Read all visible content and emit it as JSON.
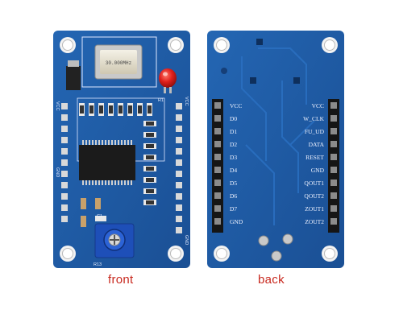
{
  "captions": {
    "front": "front",
    "back": "back"
  },
  "colors": {
    "pcb": "#1f5ba3",
    "pcb_dark": "#17467f",
    "caption": "#c8281e",
    "header": "#1a1a1a",
    "pad": "#d8d8d8",
    "led": "#e0201c",
    "pot": "#1e4fb8"
  },
  "front_board": {
    "crystal_text": "30.000MHz",
    "resistor_label": "R1",
    "pot_label": "R13",
    "cap_label": "C1",
    "left_edge_label": "VCC",
    "left_mid_label": "GND",
    "right_edge_label": "VCC",
    "bottom_right_label": "GND"
  },
  "back_board": {
    "left_pins": [
      "VCC",
      "D0",
      "D1",
      "D2",
      "D3",
      "D4",
      "D5",
      "D6",
      "D7",
      "GND"
    ],
    "right_pins": [
      "VCC",
      "W_CLK",
      "FU_UD",
      "DATA",
      "RESET",
      "GND",
      "QOUT1",
      "QOUT2",
      "ZOUT1",
      "ZOUT2"
    ]
  }
}
